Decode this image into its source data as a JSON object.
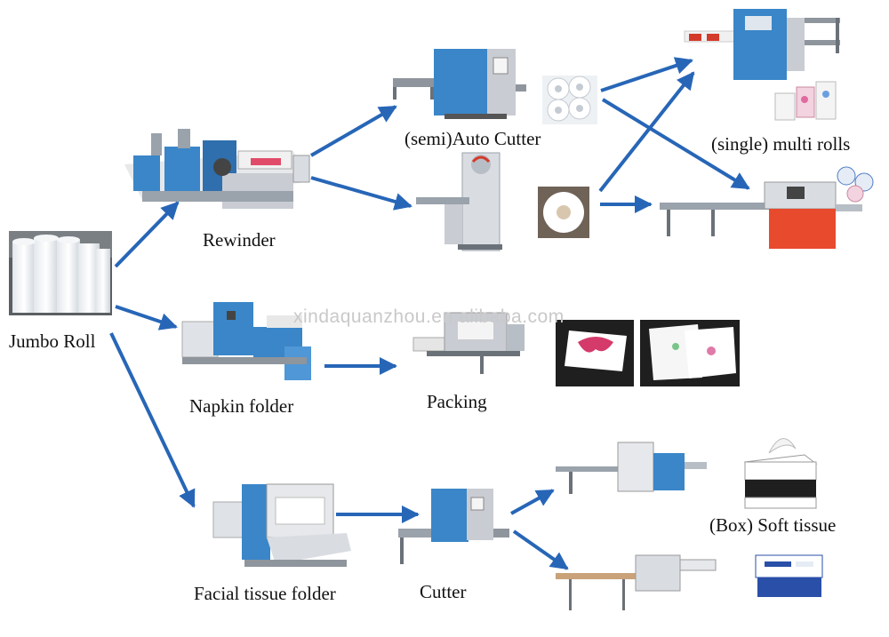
{
  "labels": {
    "jumbo_roll": "Jumbo Roll",
    "rewinder": "Rewinder",
    "auto_cutter": "(semi)Auto Cutter",
    "multi_rolls": "(single) multi rolls",
    "napkin_folder": "Napkin folder",
    "packing": "Packing",
    "facial_tissue_folder": "Facial tissue folder",
    "cutter": "Cutter",
    "box_soft_tissue": "(Box) Soft tissue"
  },
  "watermark": "xindaquanzhou.en.alibaba.com",
  "colors": {
    "arrow": "#2766b7",
    "machine_blue": "#3a86c8",
    "machine_grey": "#c9ccd2",
    "accent_red": "#d43a2a"
  }
}
